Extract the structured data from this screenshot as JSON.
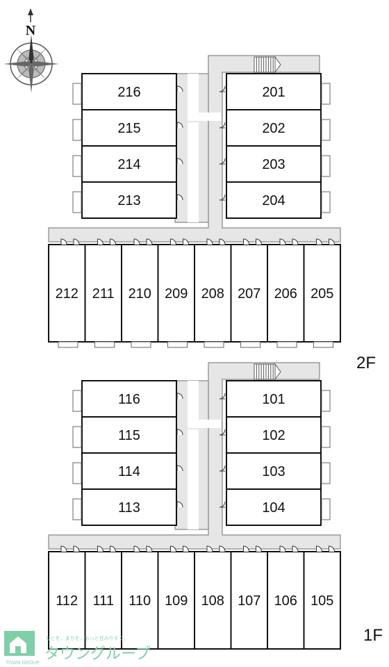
{
  "compass": {
    "north_label": "N"
  },
  "floors": [
    {
      "label": "2F",
      "upper_left_units": [
        "216",
        "215",
        "214",
        "213"
      ],
      "upper_right_units": [
        "201",
        "202",
        "203",
        "204"
      ],
      "lower_units": [
        "212",
        "211",
        "210",
        "209",
        "208",
        "207",
        "206",
        "205"
      ]
    },
    {
      "label": "1F",
      "upper_left_units": [
        "116",
        "115",
        "114",
        "113"
      ],
      "upper_right_units": [
        "101",
        "102",
        "103",
        "104"
      ],
      "lower_units": [
        "112",
        "111",
        "110",
        "109",
        "108",
        "107",
        "106",
        "105"
      ]
    }
  ],
  "logo": {
    "tagline": "ひとを、まちを、もっと住みやすく。",
    "name": "タウングループ",
    "small_label": "TOWN GROUP"
  },
  "colors": {
    "walkway": "#e6e6e6",
    "walkway_edge": "#9a9a9a",
    "outline": "#111111",
    "logo": "#7fcfa8"
  }
}
